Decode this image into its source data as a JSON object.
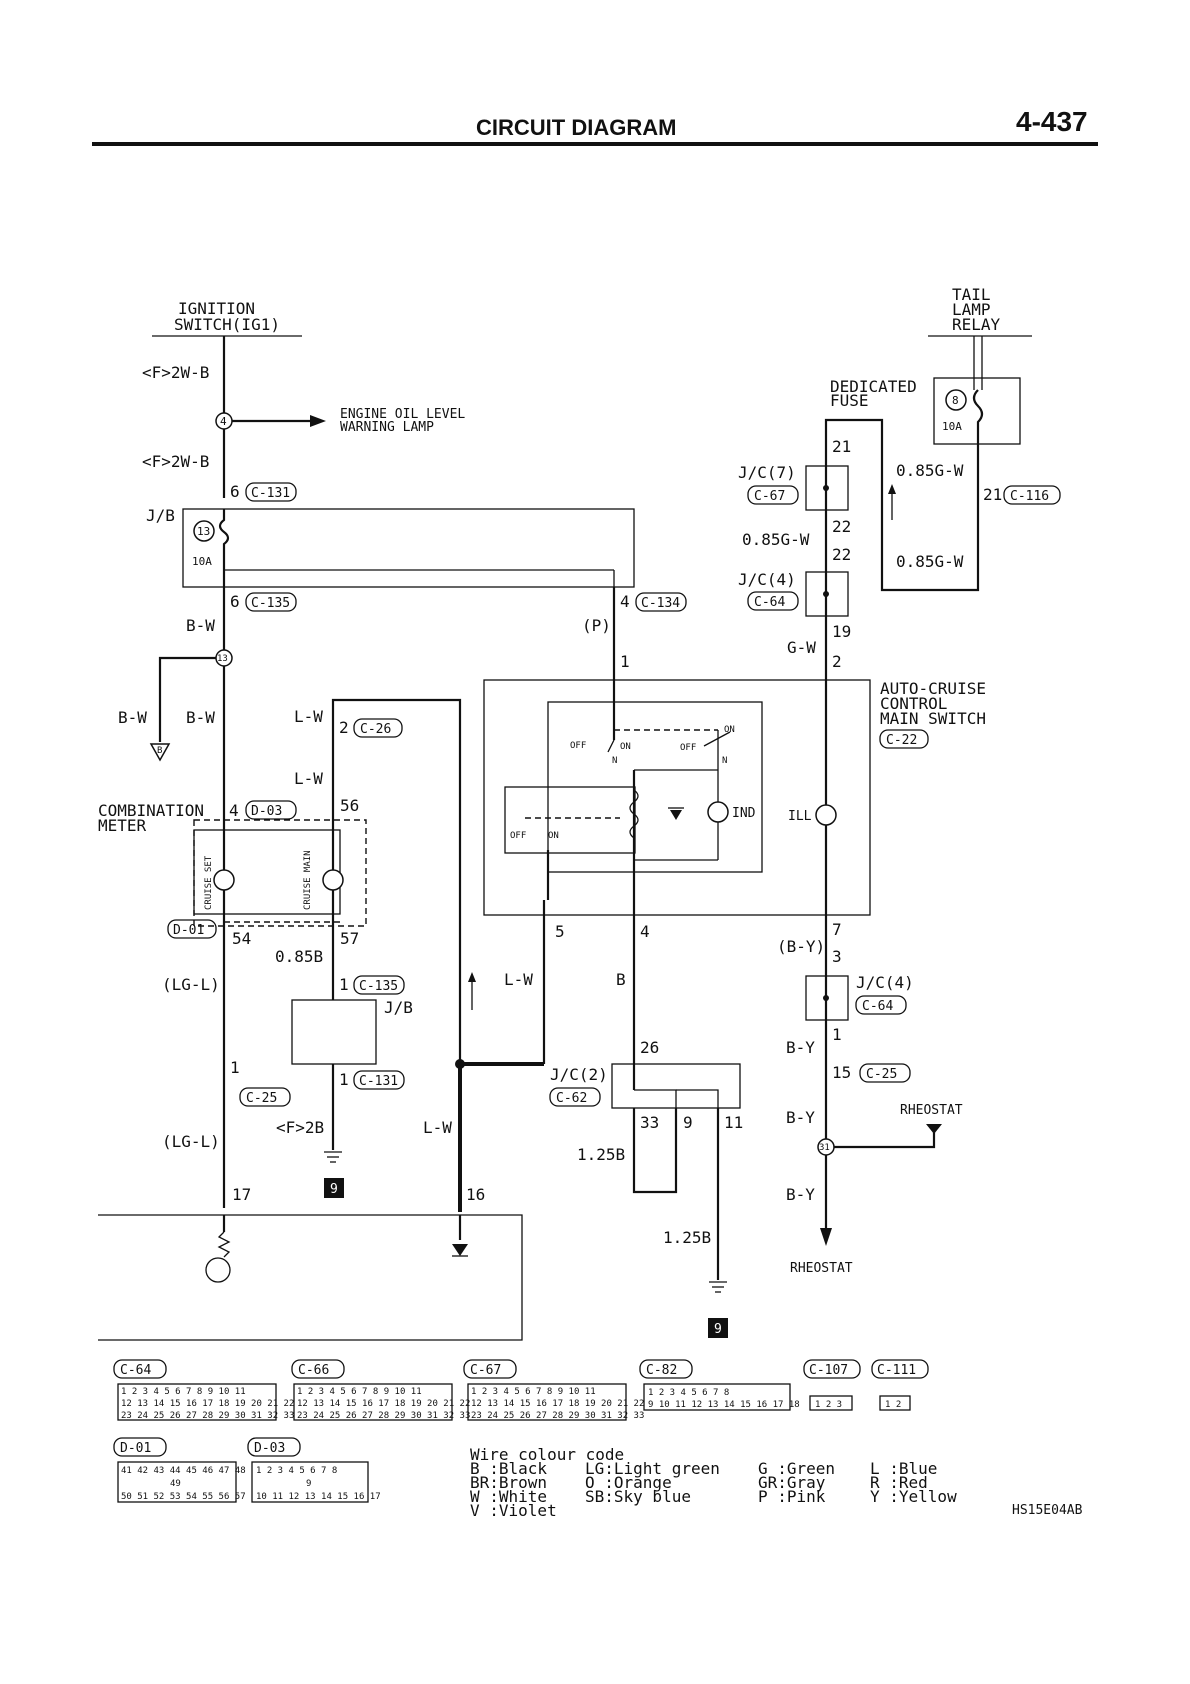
{
  "header": {
    "title": "CIRCUIT DIAGRAM",
    "page": "4-437"
  },
  "labels": {
    "ignition_l1": "IGNITION",
    "ignition_l2": "SWITCH(IG1)",
    "tail_l1": "TAIL",
    "tail_l2": "LAMP",
    "tail_l3": "RELAY",
    "engine_oil_l1": "ENGINE OIL LEVEL",
    "engine_oil_l2": "WARNING LAMP",
    "dedicated_l1": "DEDICATED",
    "dedicated_l2": "FUSE",
    "jb": "J/B",
    "auto_cruise_l1": "AUTO-CRUISE",
    "auto_cruise_l2": "CONTROL",
    "auto_cruise_l3": "MAIN SWITCH",
    "combination_l1": "COMBINATION",
    "combination_l2": "METER",
    "cruise_set": "CRUISE SET",
    "cruise_main": "CRUISE MAIN",
    "rheostat": "RHEOSTAT",
    "jc7": "J/C(7)",
    "jc4": "J/C(4)",
    "jc2": "J/C(2)",
    "ill": "ILL",
    "ind": "IND",
    "on": "ON",
    "off": "OFF",
    "n": "N",
    "fuse_13": "13",
    "fuse_8": "8",
    "fuse_10a": "10A",
    "ground_9": "9",
    "junction_4": "4",
    "junction_13": "13",
    "junction_31": "31",
    "ground_b": "B"
  },
  "wires": {
    "f2wb": "<F>2W-B",
    "bw": "B-W",
    "lw": "L-W",
    "p": "(P)",
    "g085w": "0.85G-W",
    "gw": "G-W",
    "lgl": "(LG-L)",
    "b085": "0.85B",
    "f2b": "<F>2B",
    "b": "B",
    "b125": "1.25B",
    "by_paren": "(B-Y)",
    "by": "B-Y"
  },
  "connectors": {
    "c131": "C-131",
    "c135": "C-135",
    "c134": "C-134",
    "c26": "C-26",
    "c22": "C-22",
    "c67": "C-67",
    "c64": "C-64",
    "c116": "C-116",
    "c25": "C-25",
    "c62": "C-62",
    "d03": "D-03",
    "d01": "D-01"
  },
  "pins": {
    "p6": "6",
    "p4": "4",
    "p1": "1",
    "p2": "2",
    "p56": "56",
    "p21": "21",
    "p22": "22",
    "p19": "19",
    "p5": "5",
    "p7": "7",
    "p3": "3",
    "p54": "54",
    "p57": "57",
    "p26": "26",
    "p33": "33",
    "p9": "9",
    "p11": "11",
    "p15": "15",
    "p17": "17",
    "p16": "16"
  },
  "legend": {
    "connectors": [
      "C-64",
      "C-66",
      "C-67",
      "C-82",
      "C-107",
      "C-111",
      "D-01",
      "D-03"
    ],
    "pins": {
      "c64_r1": "1 2 3 4 5 6 7 8 9 10 11",
      "c64_r2": "12 13 14 15 16 17 18 19 20 21 22",
      "c64_r3": "23 24 25 26 27 28 29 30 31 32 33",
      "c82_r1": "1 2 3 4   5 6 7 8",
      "c82_r2": "9 10 11 12 13 14 15 16 17 18",
      "c107": "1 2 3",
      "c111": "1 2",
      "d01_r1": "41 42 43 44 45 46 47 48",
      "d01_r2": "49",
      "d01_r3": "50 51 52 53 54 55 56 57",
      "d03_r1": "1 2 3 4 5 6 7 8",
      "d03_r2": "9",
      "d03_r3": "10 11 12 13 14 15 16 17"
    },
    "wire_colour_title": "Wire colour code",
    "colour_codes": [
      [
        "B :Black",
        "LG:Light green",
        "G :Green",
        "L :Blue"
      ],
      [
        "BR:Brown",
        "O :Orange",
        "GR:Gray",
        "R :Red"
      ],
      [
        "W :White",
        "SB:Sky blue",
        "P :Pink",
        "Y :Yellow"
      ],
      [
        "V :Violet",
        "",
        "",
        ""
      ]
    ],
    "code": "HS15E04AB"
  }
}
